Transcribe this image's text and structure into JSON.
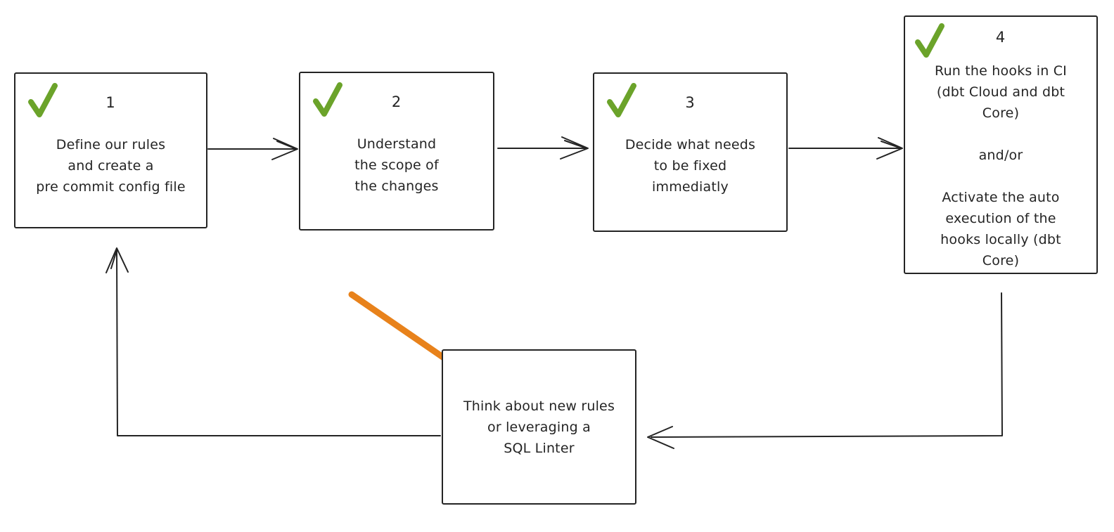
{
  "diagram": {
    "title": "pre-commit workflow flowchart",
    "colors": {
      "background": "#ffffff",
      "ink": "#242424",
      "check_green": "#6ba32a",
      "arrow_orange": "#e8821b"
    },
    "nodes": [
      {
        "id": "step-1",
        "number": "1",
        "checked": true,
        "text": "Define our rules\nand create a\npre commit config file"
      },
      {
        "id": "step-2",
        "number": "2",
        "checked": true,
        "text": "Understand\nthe scope of\nthe changes"
      },
      {
        "id": "step-3",
        "number": "3",
        "checked": true,
        "text": "Decide what needs\nto be fixed\nimmediatly"
      },
      {
        "id": "step-4",
        "number": "4",
        "checked": true,
        "text": "Run the hooks in CI\n(dbt Cloud and dbt\nCore)\n\nand/or\n\nActivate the auto\nexecution of the\nhooks locally (dbt\nCore)"
      },
      {
        "id": "review",
        "number": "",
        "checked": false,
        "text": "Think about new rules\nor leveraging a\nSQL Linter"
      }
    ],
    "connections": [
      {
        "from": "step-1",
        "to": "step-2",
        "style": "ink"
      },
      {
        "from": "step-2",
        "to": "step-3",
        "style": "ink"
      },
      {
        "from": "step-3",
        "to": "step-4",
        "style": "ink"
      },
      {
        "from": "step-4",
        "to": "review",
        "style": "ink"
      },
      {
        "from": "review",
        "to": "step-1",
        "style": "ink"
      },
      {
        "from": "annotation",
        "to": "review",
        "style": "orange"
      }
    ]
  }
}
